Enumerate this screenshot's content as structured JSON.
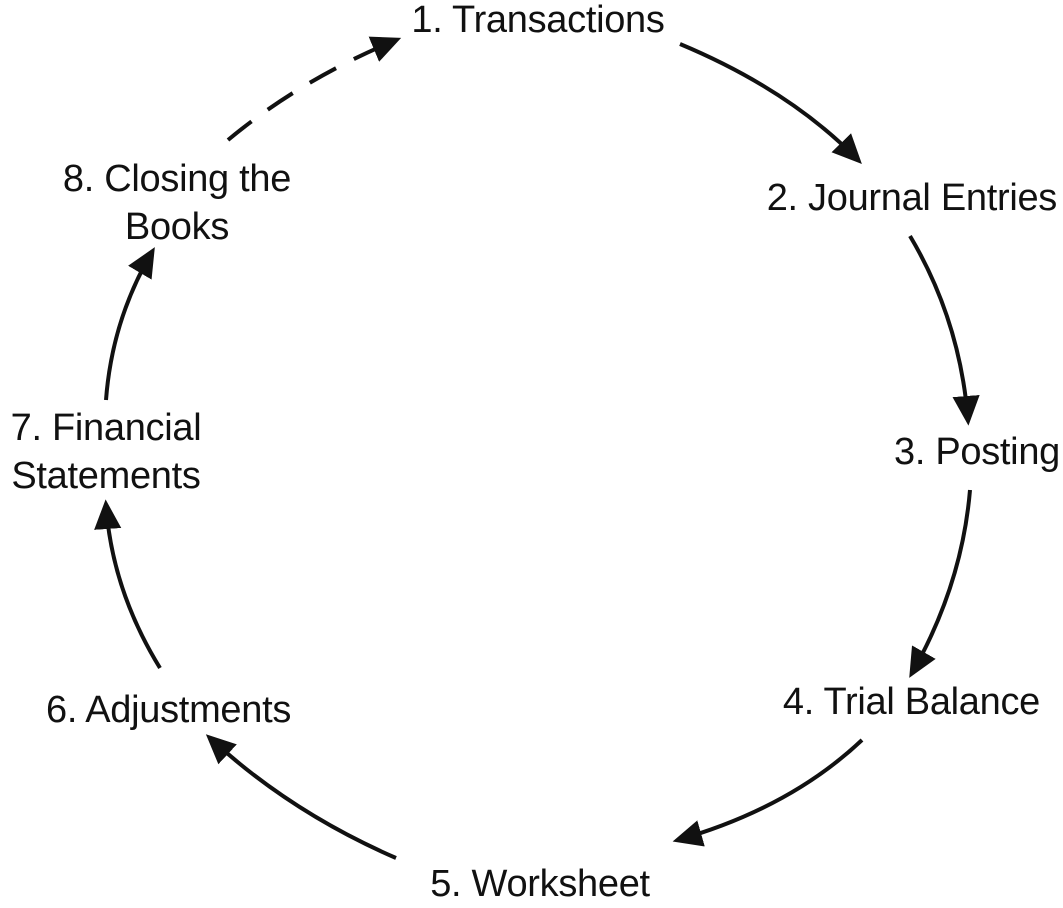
{
  "colors": {
    "ink": "#111111",
    "background": "#ffffff"
  },
  "steps": [
    {
      "id": 1,
      "lines": [
        "1. Transactions"
      ]
    },
    {
      "id": 2,
      "lines": [
        "2. Journal Entries"
      ]
    },
    {
      "id": 3,
      "lines": [
        "3. Posting"
      ]
    },
    {
      "id": 4,
      "lines": [
        "4. Trial Balance"
      ]
    },
    {
      "id": 5,
      "lines": [
        "5. Worksheet"
      ]
    },
    {
      "id": 6,
      "lines": [
        "6. Adjustments"
      ]
    },
    {
      "id": 7,
      "lines": [
        "7. Financial",
        "Statements"
      ]
    },
    {
      "id": 8,
      "lines": [
        "8. Closing the",
        "Books"
      ]
    }
  ],
  "connections": [
    {
      "from": 1,
      "to": 2,
      "style": "solid"
    },
    {
      "from": 2,
      "to": 3,
      "style": "solid"
    },
    {
      "from": 3,
      "to": 4,
      "style": "solid"
    },
    {
      "from": 4,
      "to": 5,
      "style": "solid"
    },
    {
      "from": 5,
      "to": 6,
      "style": "solid"
    },
    {
      "from": 6,
      "to": 7,
      "style": "solid"
    },
    {
      "from": 7,
      "to": 8,
      "style": "solid"
    },
    {
      "from": 8,
      "to": 1,
      "style": "dashed"
    }
  ]
}
